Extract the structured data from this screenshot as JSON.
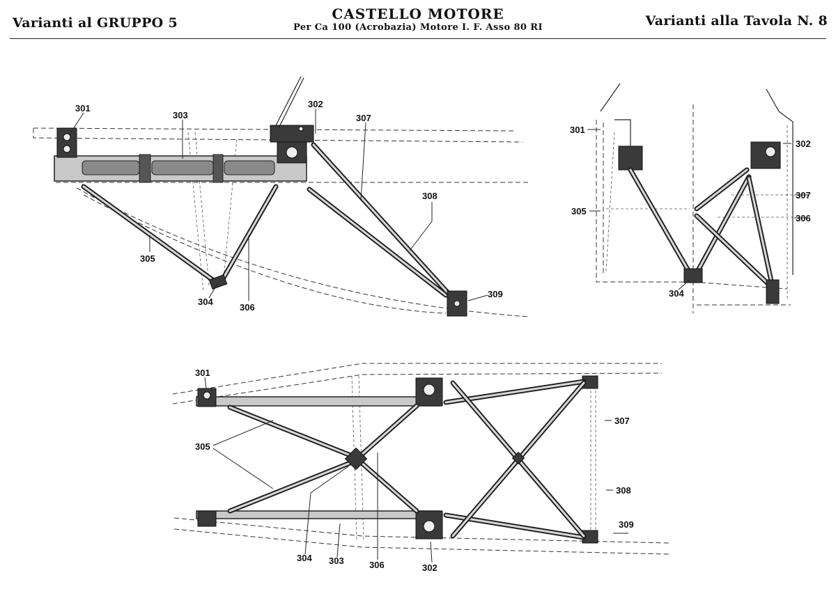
{
  "header": {
    "left": "Varianti al GRUPPO 5",
    "title": "CASTELLO MOTORE",
    "subtitle": "Per Ca 100 (Acrobazia) Motore I. F. Asso 80 RI",
    "right": "Varianti alla Tavola N. 8"
  },
  "labels": {
    "side": [
      "301",
      "303",
      "302",
      "307",
      "308",
      "305",
      "304",
      "306",
      "309"
    ],
    "front": [
      "301",
      "302",
      "307",
      "306",
      "305",
      "304"
    ],
    "top": [
      "301",
      "305",
      "304",
      "303",
      "306",
      "302",
      "307",
      "308",
      "309"
    ]
  }
}
